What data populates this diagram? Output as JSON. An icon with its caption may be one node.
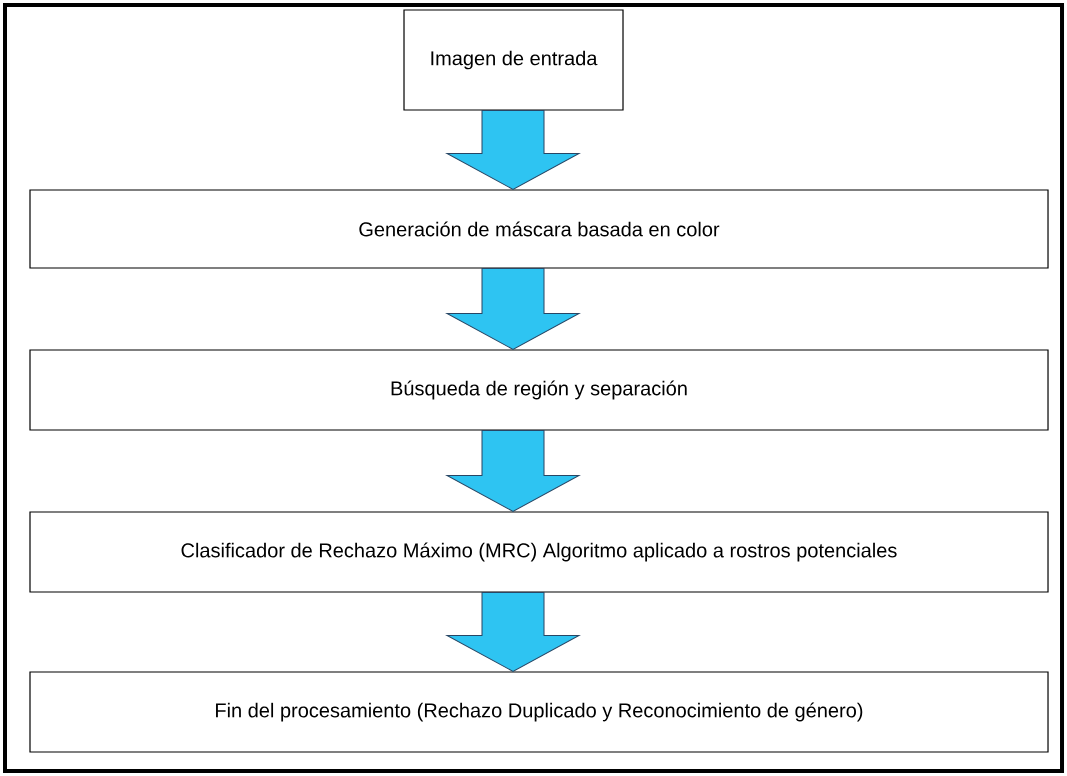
{
  "diagram": {
    "nodes": [
      {
        "text": [
          "Imagen de entrada"
        ]
      },
      {
        "text": [
          "Generación de máscara basada en color"
        ]
      },
      {
        "text": [
          "Búsqueda de región y separación"
        ]
      },
      {
        "text": [
          "Clasificador de Rechazo Máximo (MRC) Algoritmo aplicado a rostros potenciales"
        ]
      },
      {
        "text": [
          "Fin del procesamiento (Rechazo Duplicado y Reconocimiento de género)"
        ]
      }
    ],
    "edges": [
      {
        "from": 0,
        "to": 1,
        "arrow": "to"
      },
      {
        "from": 1,
        "to": 2,
        "arrow": "to"
      },
      {
        "from": 2,
        "to": 3,
        "arrow": "to"
      },
      {
        "from": 3,
        "to": 4,
        "arrow": "to"
      }
    ]
  }
}
